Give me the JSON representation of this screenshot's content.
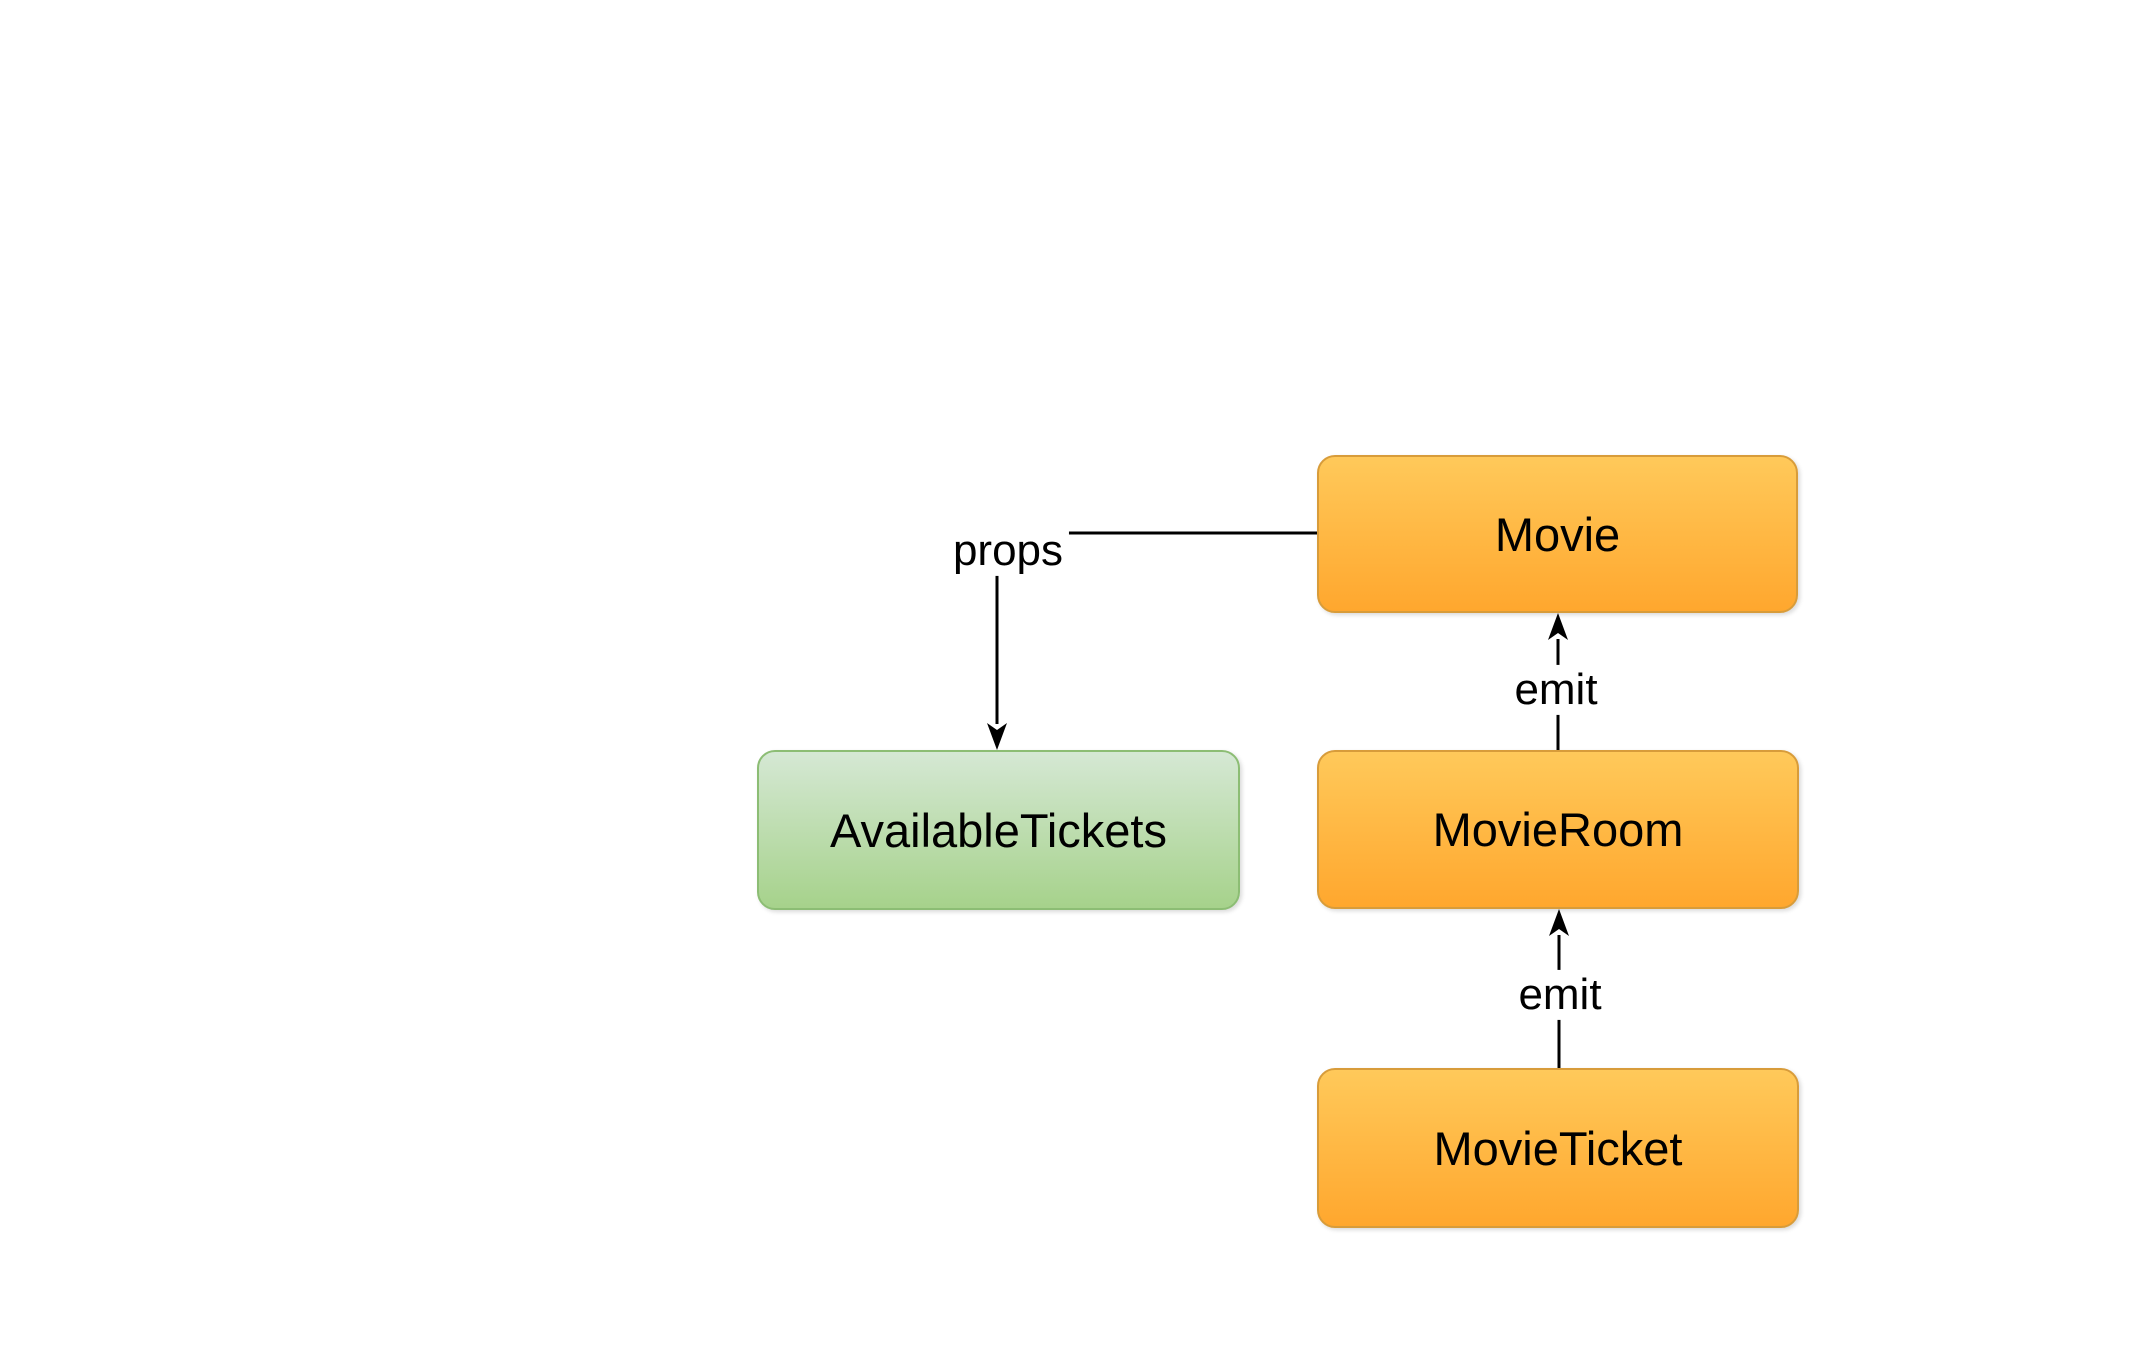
{
  "page": {
    "background_color": "#FFFFFF",
    "edge_color": "#000000"
  },
  "diagram": {
    "nodes": [
      {
        "id": "movie",
        "label": "Movie",
        "fill_top": "#FFC95A",
        "fill_bottom": "#FFA72E",
        "border": "#D89C3A",
        "text_color": "#000000"
      },
      {
        "id": "available-tickets",
        "label": "AvailableTickets",
        "fill_top": "#D5E8D4",
        "fill_bottom": "#A6D28B",
        "border": "#8CBD74",
        "text_color": "#000000"
      },
      {
        "id": "movie-room",
        "label": "MovieRoom",
        "fill_top": "#FFC95A",
        "fill_bottom": "#FFA72E",
        "border": "#D89C3A",
        "text_color": "#000000"
      },
      {
        "id": "movie-ticket",
        "label": "MovieTicket",
        "fill_top": "#FFC95A",
        "fill_bottom": "#FFA72E",
        "border": "#D89C3A",
        "text_color": "#000000"
      }
    ],
    "edges": [
      {
        "id": "props-movie-to-availabletickets",
        "label": "props",
        "from": "Movie",
        "to": "AvailableTickets"
      },
      {
        "id": "emit-movieroom-to-movie",
        "label": "emit",
        "from": "MovieRoom",
        "to": "Movie"
      },
      {
        "id": "emit-movieticket-to-movieroom",
        "label": "emit",
        "from": "MovieTicket",
        "to": "MovieRoom"
      }
    ]
  }
}
